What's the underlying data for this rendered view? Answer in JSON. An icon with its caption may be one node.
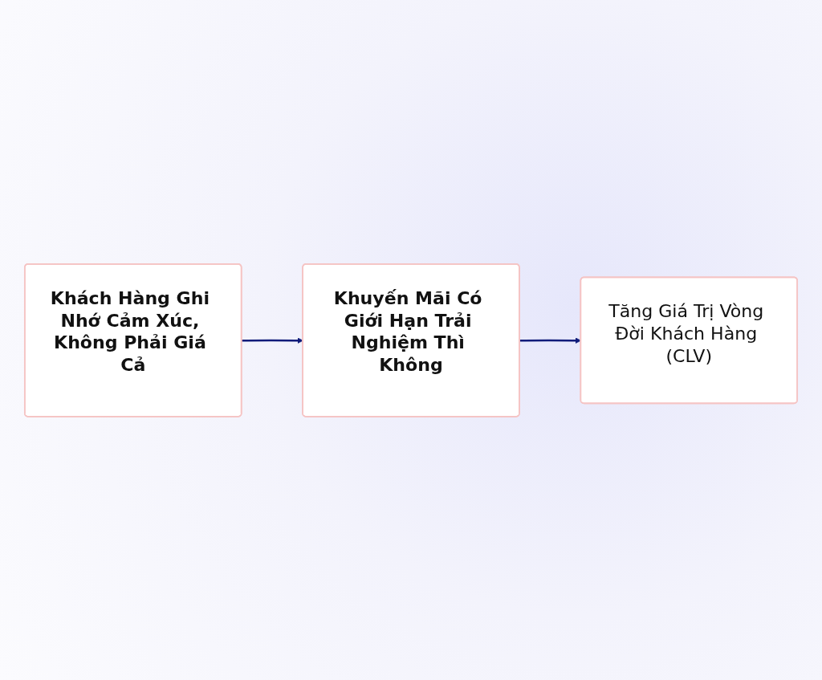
{
  "diagram": {
    "nodes": [
      {
        "text": [
          "Khuyến Mãi Có Giới Hạn Trải Nghiệm Thì Không"
        ]
      },
      {
        "text": [
          "Khách Hàng Ghi Nhớ Cảm Xúc, Không Phải Giá Cả"
        ]
      },
      {
        "text": [
          "Tăng Giá Trị Vòng Đời Khách Hàng (CLV)"
        ]
      }
    ],
    "edges": [
      {
        "from": 1,
        "to": 0,
        "arrow": "to"
      },
      {
        "from": 0,
        "to": 2,
        "arrow": "to"
      }
    ]
  }
}
